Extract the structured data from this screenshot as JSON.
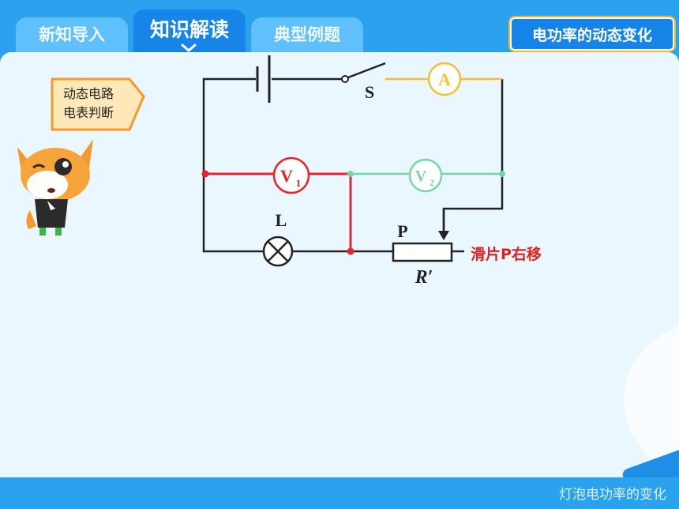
{
  "tabs": [
    {
      "label": "新知导入",
      "active": false
    },
    {
      "label": "知识解读",
      "active": true
    },
    {
      "label": "典型例题",
      "active": false
    }
  ],
  "topic_badge": "电功率的动态变化",
  "mascot_sign": {
    "line1": "动态电路",
    "line2": "电表判断"
  },
  "circuit": {
    "switch_label": "S",
    "ammeter_label": "A",
    "voltmeter1_label": "V",
    "voltmeter1_sub": "1",
    "voltmeter2_label": "V",
    "voltmeter2_sub": "2",
    "lamp_label": "L",
    "slider_label": "P",
    "rheostat_label": "R′",
    "annotation": "滑片P右移"
  },
  "footer": "灯泡电功率的变化",
  "colors": {
    "wire": "#222222",
    "ammeter_branch": "#f5be3a",
    "voltmeter1_branch": "#e3262d",
    "voltmeter2_branch": "#74d7a5",
    "annotation": "#e02020"
  }
}
